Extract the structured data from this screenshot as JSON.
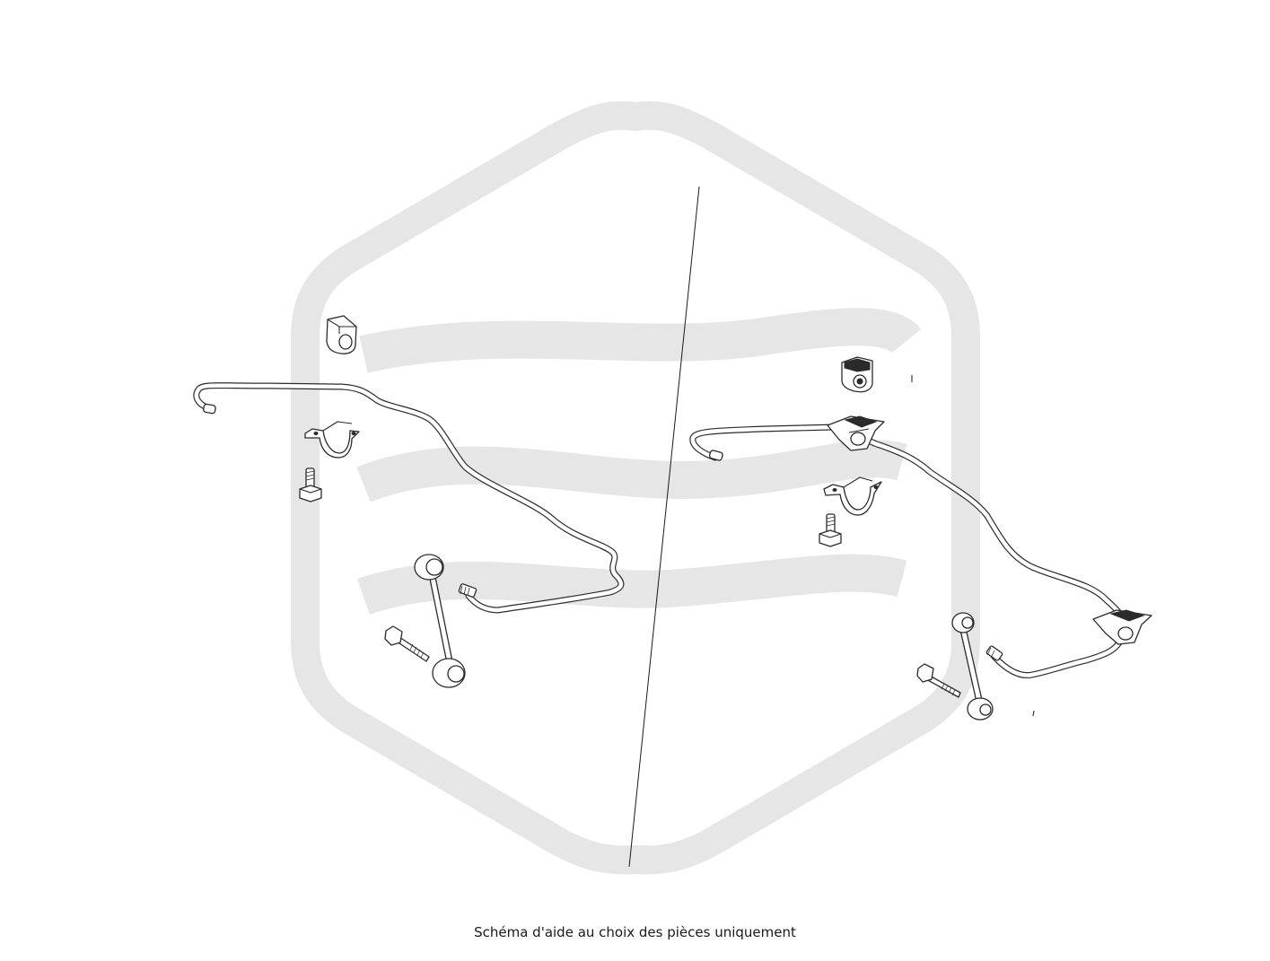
{
  "caption": "Schéma d'aide au choix des pièces uniquement",
  "colors": {
    "background": "#ffffff",
    "line_art": "#2b2b2b",
    "watermark": "#e6e6e6"
  },
  "panels": [
    {
      "id": "left",
      "parts": [
        "stabilizer-bar",
        "bushing",
        "bracket",
        "bolt",
        "link-rod",
        "link-bolt"
      ]
    },
    {
      "id": "right",
      "parts": [
        "stabilizer-bar",
        "bushing",
        "bracket",
        "bolt",
        "link-rod",
        "link-bolt"
      ]
    }
  ]
}
